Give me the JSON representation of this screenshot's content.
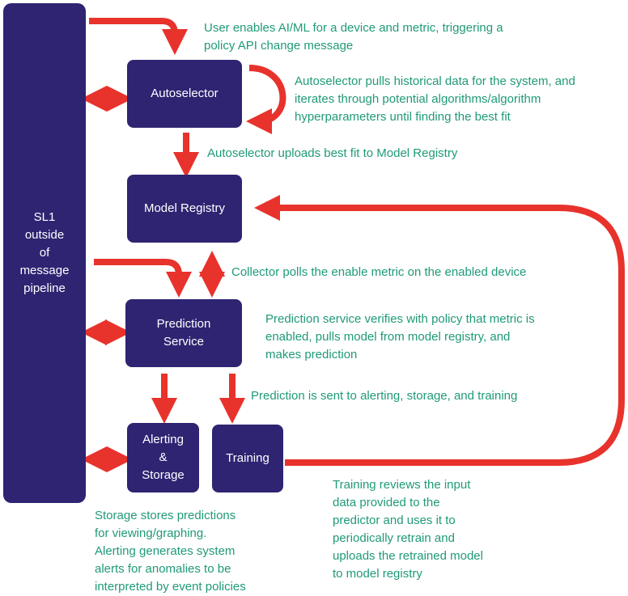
{
  "colors": {
    "box": "#2e2472",
    "arrow": "#e8322c",
    "note": "#1f9a78",
    "text_on_box": "#ffffff"
  },
  "boxes": {
    "sl1": "SL1\noutside\nof\nmessage\npipeline",
    "autoselector": "Autoselector",
    "model_registry": "Model Registry",
    "prediction_service": "Prediction\nService",
    "alerting_storage": "Alerting\n&\nStorage",
    "training": "Training"
  },
  "notes": {
    "enable": "User enables AI/ML for a device and metric, triggering a\npolicy API change message",
    "autoselector_pull": "Autoselector pulls historical data for the system, and\niterates through potential algorithms/algorithm\nhyperparameters until finding the best fit",
    "upload": "Autoselector uploads best fit to Model Registry",
    "collector": "Collector polls the enable metric on the enabled device",
    "prediction_verify": "Prediction service verifies with policy that metric is\nenabled, pulls model from model registry, and\nmakes prediction",
    "prediction_sent": "Prediction is sent to alerting, storage, and training",
    "storage": "Storage stores predictions\nfor viewing/graphing.\nAlerting generates system\nalerts for anomalies to be\ninterpreted by event policies",
    "training": "Training reviews the input\ndata provided to the\npredictor and uses it to\nperiodically retrain and\nuploads the retrained model\nto model registry"
  }
}
